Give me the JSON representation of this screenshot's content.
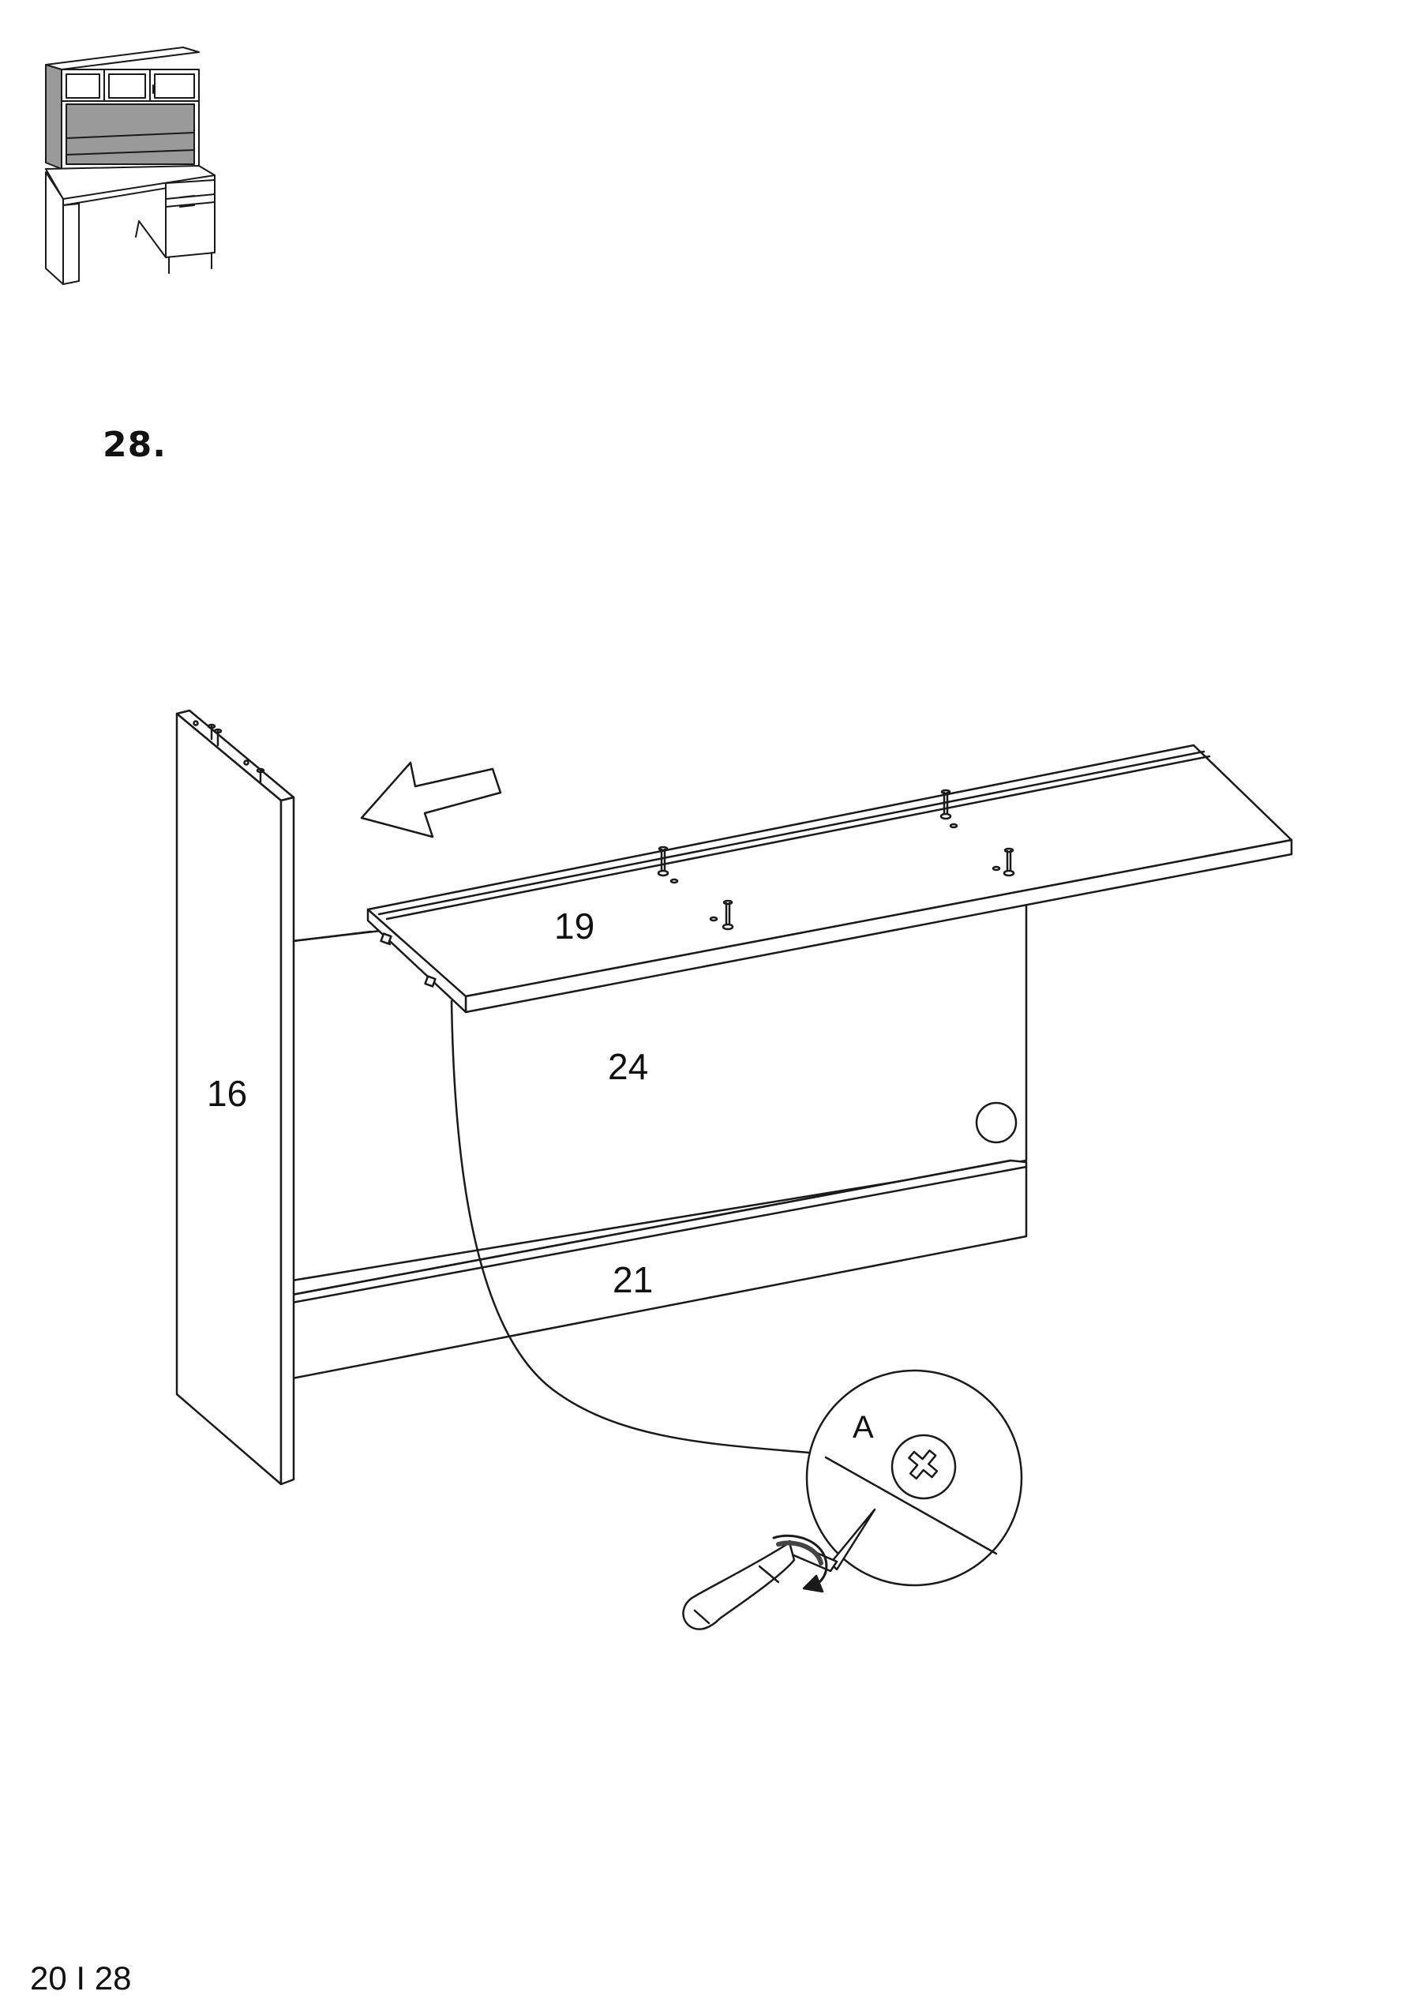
{
  "step": {
    "number": "28."
  },
  "parts": {
    "side_panel": "16",
    "top_shelf": "19",
    "back_panel": "24",
    "bottom_rail": "21"
  },
  "detail": {
    "label": "A"
  },
  "footer": {
    "page_number": "20 I 28"
  }
}
